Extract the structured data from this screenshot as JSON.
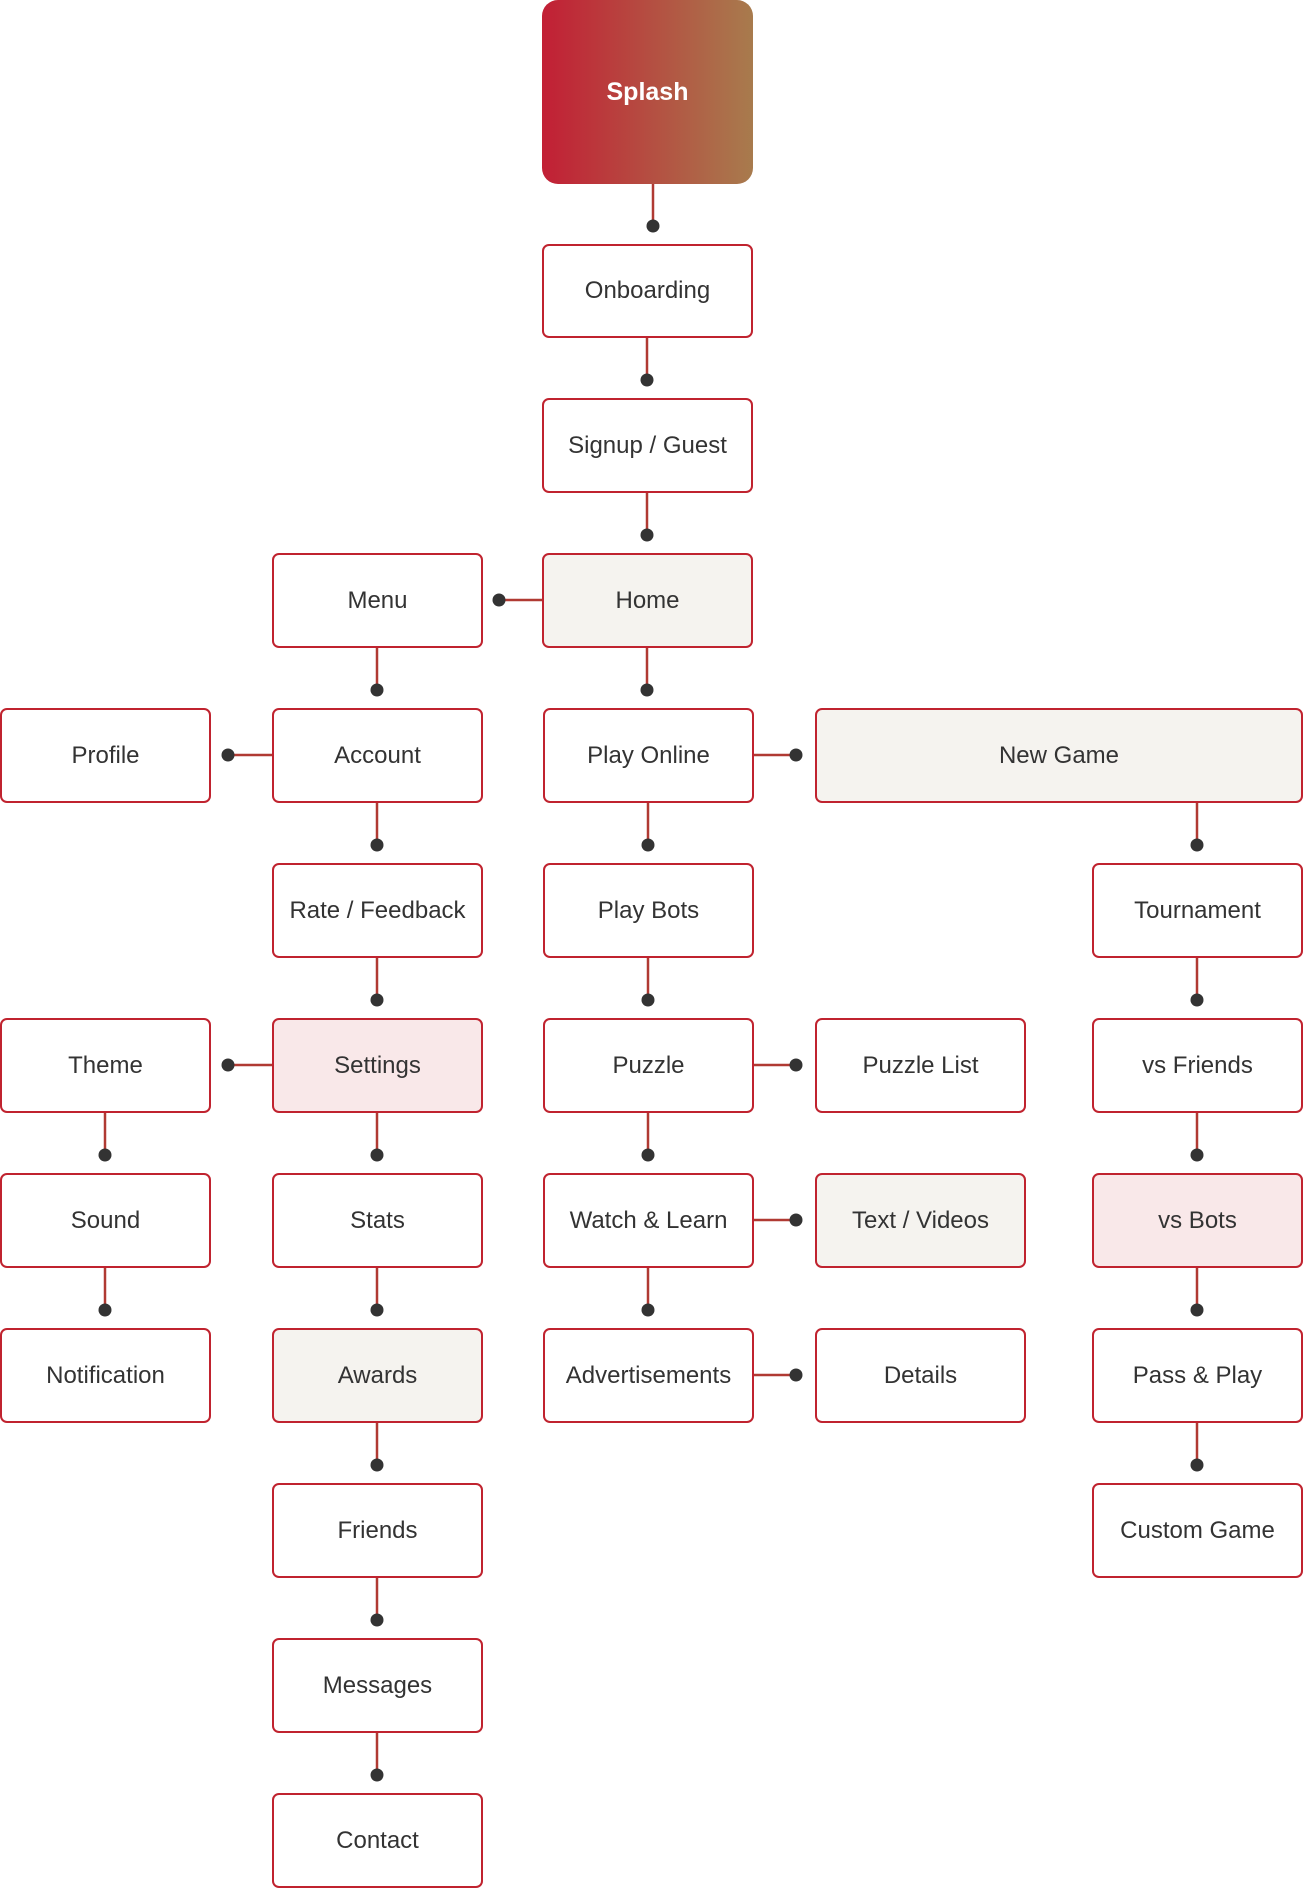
{
  "nodes": {
    "splash": "Splash",
    "onboarding": "Onboarding",
    "signup": "Signup / Guest",
    "home": "Home",
    "menu": "Menu",
    "account": "Account",
    "profile": "Profile",
    "rate_feedback": "Rate / Feedback",
    "settings": "Settings",
    "theme": "Theme",
    "sound": "Sound",
    "notification": "Notification",
    "stats": "Stats",
    "awards": "Awards",
    "friends": "Friends",
    "messages": "Messages",
    "contact": "Contact",
    "play_online": "Play Online",
    "new_game": "New Game",
    "play_bots": "Play Bots",
    "puzzle": "Puzzle",
    "puzzle_list": "Puzzle List",
    "watch_learn": "Watch & Learn",
    "text_videos": "Text / Videos",
    "advertisements": "Advertisements",
    "details": "Details",
    "tournament": "Tournament",
    "vs_friends": "vs Friends",
    "vs_bots": "vs Bots",
    "pass_play": "Pass & Play",
    "custom_game": "Custom Game"
  },
  "colors": {
    "border": "#c0232f",
    "connector": "#b03a33",
    "dot": "#333333",
    "highlight_beige": "#f5f3ef",
    "highlight_pink": "#f9e8e9",
    "splash_gradient_start": "#c21f35",
    "splash_gradient_end": "#a87b4d"
  }
}
